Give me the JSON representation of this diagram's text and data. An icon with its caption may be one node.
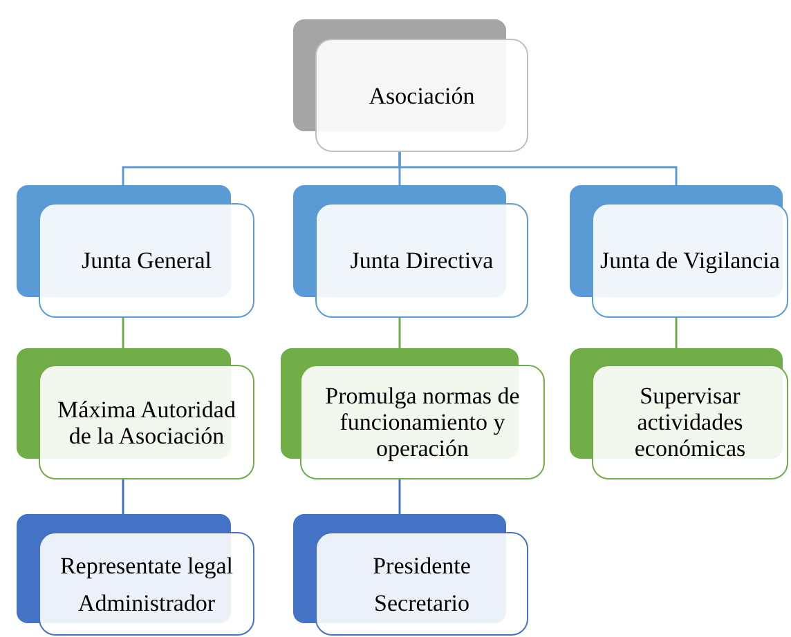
{
  "diagram": {
    "nodes": [
      {
        "text": [
          "Asociación"
        ]
      },
      {
        "text": [
          "Junta General"
        ]
      },
      {
        "text": [
          "Junta Directiva"
        ]
      },
      {
        "text": [
          "Junta de Vigilancia"
        ]
      },
      {
        "text": [
          "Máxima Autoridad de la Asociación"
        ]
      },
      {
        "text": [
          "Promulga normas de funcionamiento y operación"
        ]
      },
      {
        "text": [
          "Supervisar actividades económicas"
        ]
      },
      {
        "text": [
          "Representate legal",
          "Administrador"
        ]
      },
      {
        "text": [
          "Presidente",
          "Secretario"
        ]
      }
    ],
    "edges": [
      {
        "from": 0,
        "to": 1,
        "arrow": "none"
      },
      {
        "from": 0,
        "to": 2,
        "arrow": "none"
      },
      {
        "from": 0,
        "to": 3,
        "arrow": "none"
      },
      {
        "from": 1,
        "to": 4,
        "arrow": "none",
        "color": "#70ad47"
      },
      {
        "from": 2,
        "to": 5,
        "arrow": "none",
        "color": "#70ad47"
      },
      {
        "from": 3,
        "to": 6,
        "arrow": "none",
        "color": "#70ad47"
      },
      {
        "from": 4,
        "to": 7,
        "arrow": "none",
        "color": "#4472c4"
      },
      {
        "from": 5,
        "to": 8,
        "arrow": "none",
        "color": "#4472c4"
      }
    ]
  }
}
